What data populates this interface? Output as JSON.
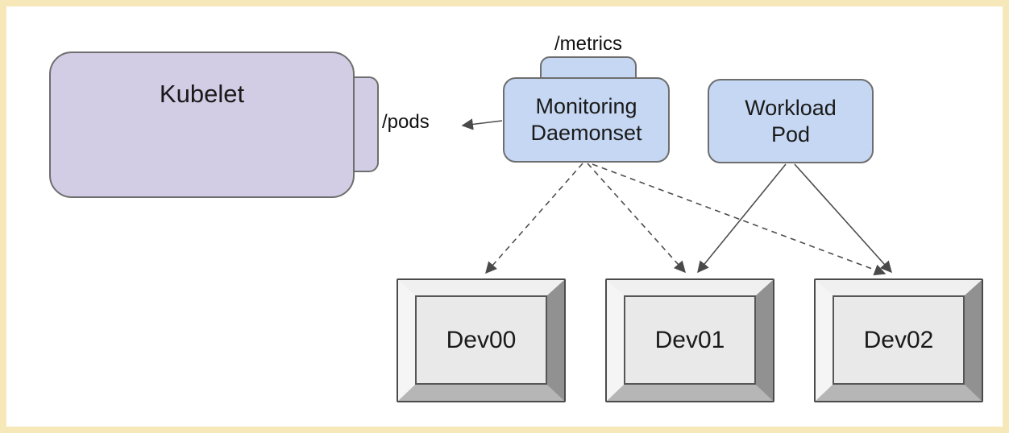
{
  "frame": {
    "border_color": "#f7e8ba",
    "background": "#ffffff"
  },
  "diagram": {
    "kubelet": {
      "label": "Kubelet",
      "endpoint_label": "/pods"
    },
    "monitoring": {
      "lines": [
        "Monitoring",
        "Daemonset"
      ],
      "endpoint_label": "/metrics"
    },
    "workload": {
      "lines": [
        "Workload",
        "Pod"
      ]
    },
    "devices": [
      {
        "label": "Dev00"
      },
      {
        "label": "Dev01"
      },
      {
        "label": "Dev02"
      }
    ],
    "edges": [
      {
        "from": "monitoring-daemonset",
        "to": "kubelet-pods-endpoint",
        "style": "solid"
      },
      {
        "from": "monitoring-daemonset",
        "to": "dev00",
        "style": "dashed"
      },
      {
        "from": "monitoring-daemonset",
        "to": "dev01",
        "style": "dashed"
      },
      {
        "from": "monitoring-daemonset",
        "to": "dev02",
        "style": "dashed"
      },
      {
        "from": "workload-pod",
        "to": "dev01",
        "style": "solid"
      },
      {
        "from": "workload-pod",
        "to": "dev02",
        "style": "solid"
      }
    ],
    "colors": {
      "pod_fill": "#c5d7f2",
      "kubelet_fill": "#d2cce4",
      "shape_border": "#6e6e6e",
      "edge_color": "#4d4d4d",
      "device_face": "#e9e9e9"
    }
  }
}
